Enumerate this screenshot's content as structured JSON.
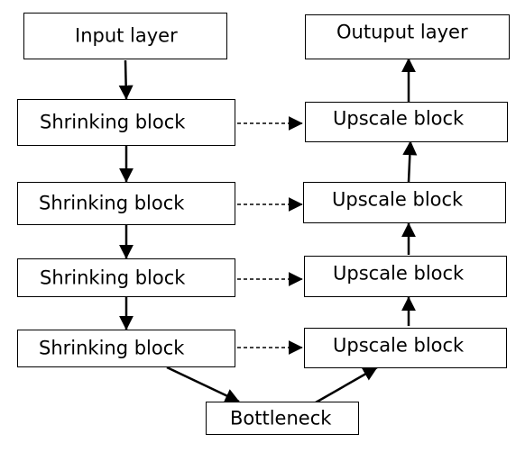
{
  "diagram": {
    "input_label": "Input layer",
    "output_label": "Outuput layer",
    "shrinking_labels": [
      "Shrinking block",
      "Shrinking block",
      "Shrinking block",
      "Shrinking block"
    ],
    "upscale_labels": [
      "Upscale block",
      "Upscale block",
      "Upscale block",
      "Upscale block"
    ],
    "bottleneck_label": "Bottleneck",
    "colors": {
      "stroke": "#000000",
      "background": "#ffffff"
    }
  }
}
